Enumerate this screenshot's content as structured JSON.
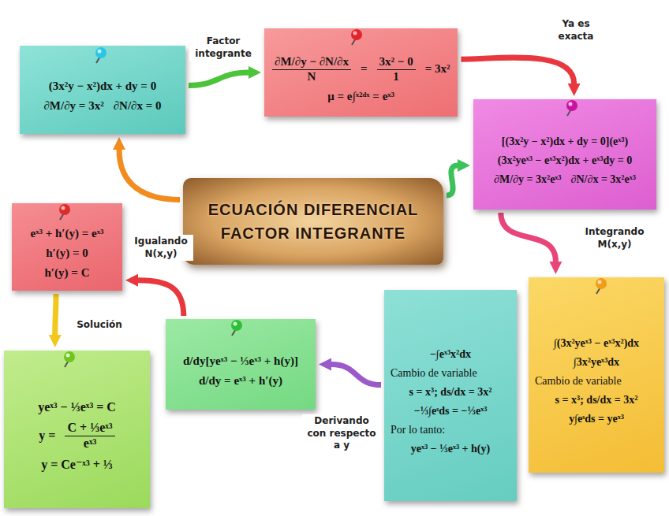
{
  "diagram": {
    "nodes": [
      {
        "text": [
          "ECUACIÓN DIFERENCIAL FACTOR INTEGRANTE"
        ]
      },
      {
        "text": [
          "(3x²y − x²)dx + dy = 0",
          "∂M/∂y = 3x²",
          "∂N/∂x = 0"
        ]
      },
      {
        "text": [
          "∂M/∂y − ∂N/∂x",
          "N",
          "=",
          "3x² − 0",
          "1",
          "= 3x²",
          "μ = e∫ˣ²ᵈˣ = eˣ³"
        ]
      },
      {
        "text": [
          "[(3x²y − x²)dx + dy = 0](eˣ³)",
          "(3x²yeˣ³ − eˣ³x²)dx + eˣ³dy = 0",
          "∂M/∂y = 3x²eˣ³",
          "∂N/∂x = 3x²eˣ³"
        ]
      },
      {
        "text": [
          "∫(3x²yeˣ³ − eˣ³x²)dx",
          "∫3x²yeˣ³dx",
          "Cambio de variable",
          "s = x³; ds/dx = 3x²",
          "y∫eˢds = yeˣ³"
        ]
      },
      {
        "text": [
          "−∫eˣ³x²dx",
          "Cambio de variable",
          "s = x³; ds/dx = 3x²",
          "−⅓∫eˢds = −⅓eˣ³",
          "Por lo tanto:",
          "yeˣ³ − ⅓eˣ³ + h(y)"
        ]
      },
      {
        "text": [
          "d/dy[yeˣ³ − ⅓eˣ³ + h(y)]",
          "d/dy = eˣ³ + h′(y)"
        ]
      },
      {
        "text": [
          "eˣ³ + h′(y) = eˣ³",
          "h′(y) = 0",
          "h′(y) = C"
        ]
      },
      {
        "text": [
          "yeˣ³ − ⅓eˣ³ = C",
          "y =",
          "C + ⅓eˣ³",
          "eˣ³",
          "y = Ce⁻ˣ³ + ⅓"
        ]
      }
    ],
    "edges": [
      {
        "from": 0,
        "to": 1,
        "arrow": "to"
      },
      {
        "from": 1,
        "to": 2,
        "label": "Factor integrante",
        "arrow": "to"
      },
      {
        "from": 2,
        "to": 3,
        "label": "Ya es exacta",
        "arrow": "to"
      },
      {
        "from": 0,
        "to": 3,
        "arrow": "to"
      },
      {
        "from": 3,
        "to": 4,
        "label": "Integrando M(x,y)",
        "arrow": "to"
      },
      {
        "from": 5,
        "to": 6,
        "label": "Derivando con respecto a y",
        "arrow": "to"
      },
      {
        "from": 6,
        "to": 7,
        "label": "Igualando N(x,y)",
        "arrow": "to"
      },
      {
        "from": 7,
        "to": 8,
        "label": "Solución",
        "arrow": "to"
      }
    ]
  }
}
